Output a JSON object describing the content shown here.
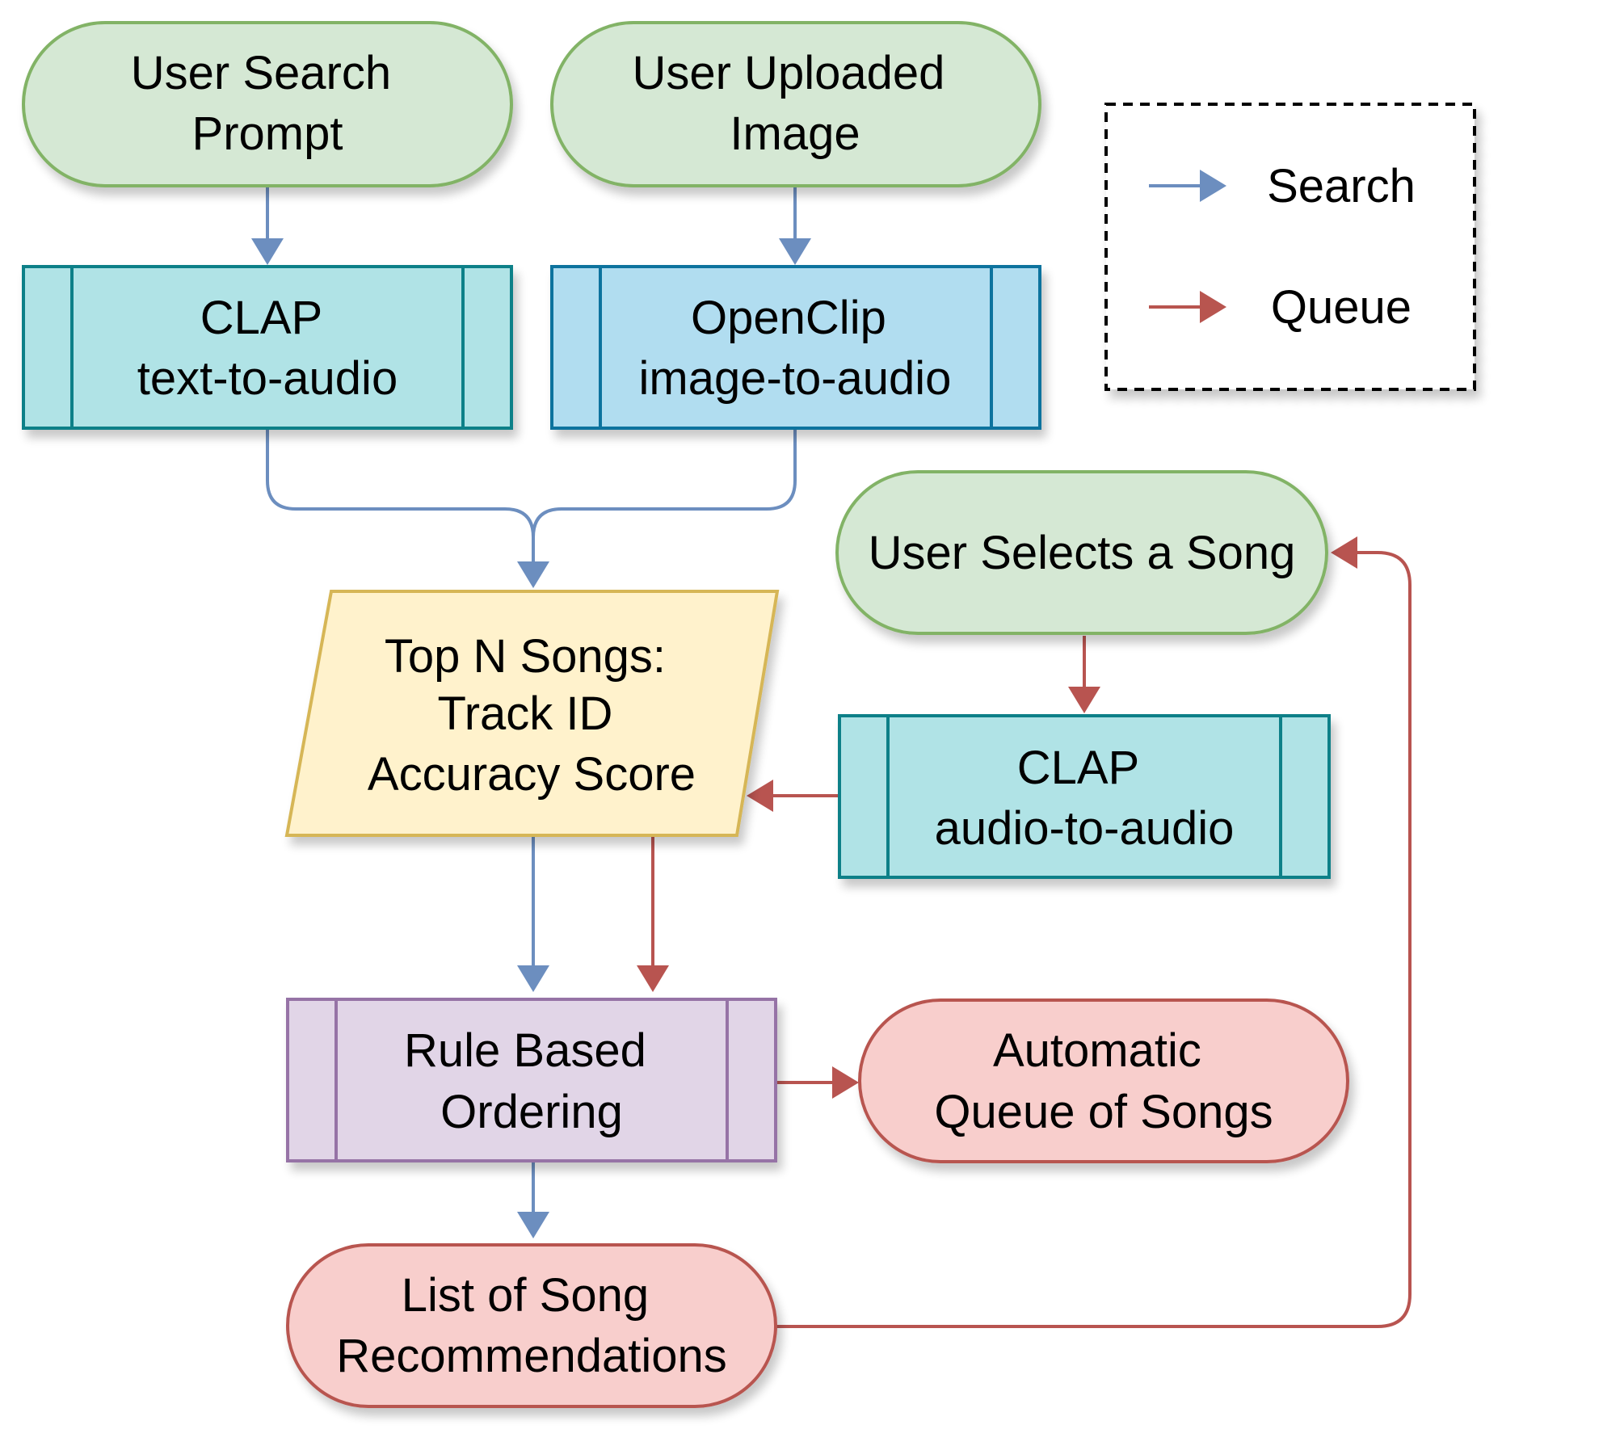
{
  "colors": {
    "search": "#6c8ebf",
    "queue": "#b85450",
    "green_fill": "#d5e8d4",
    "green_stroke": "#82b366",
    "teal_fill": "#b0e3e6",
    "teal_stroke": "#0e8088",
    "blue_fill": "#b1ddf0",
    "blue_stroke": "#10739e",
    "yellow_fill": "#fff2cc",
    "yellow_stroke": "#d6b656",
    "purple_fill": "#e1d5e7",
    "purple_stroke": "#9673a6",
    "red_fill": "#f8cecc",
    "red_stroke": "#b85450"
  },
  "nodes": {
    "user_search_prompt": {
      "lines": [
        "User Search",
        "Prompt"
      ]
    },
    "user_uploaded_image": {
      "lines": [
        "User Uploaded",
        "Image"
      ]
    },
    "clap_text_to_audio": {
      "lines": [
        "CLAP",
        "text-to-audio"
      ]
    },
    "openclip_image_to_audio": {
      "lines": [
        "OpenClip",
        "image-to-audio"
      ]
    },
    "user_selects_song": {
      "lines": [
        "User Selects a Song"
      ]
    },
    "top_n_songs": {
      "lines": [
        "Top N Songs:",
        "Track ID",
        "Accuracy Score"
      ]
    },
    "clap_audio_to_audio": {
      "lines": [
        "CLAP",
        "audio-to-audio"
      ]
    },
    "rule_based_ordering": {
      "lines": [
        "Rule Based",
        "Ordering"
      ]
    },
    "automatic_queue": {
      "lines": [
        "Automatic",
        "Queue of Songs"
      ]
    },
    "song_recommendations": {
      "lines": [
        "List of Song",
        "Recommendations"
      ]
    }
  },
  "legend": {
    "search_label": "Search",
    "queue_label": "Queue"
  }
}
